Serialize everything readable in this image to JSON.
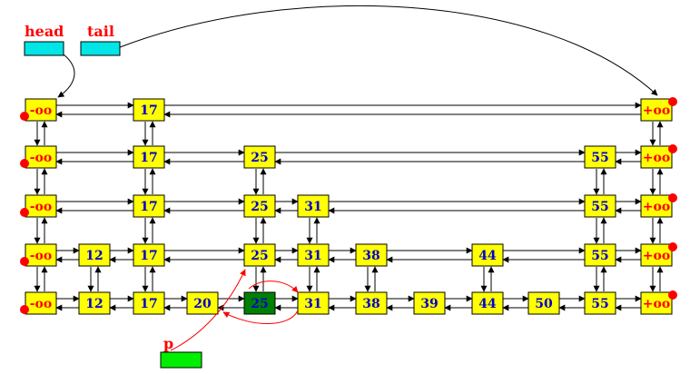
{
  "labels": {
    "head": "head",
    "tail": "tail",
    "p": "p"
  },
  "colors": {
    "node_fill": "#ffff00",
    "node_stroke": "#000000",
    "value_text": "#0000cc",
    "sentinel_text": "#ff0000",
    "highlight_fill": "#008000",
    "pointer_box_fill": "#00e5e5",
    "p_box_fill": "#00ee00",
    "arrow_color": "#000000",
    "red_arrow_color": "#ff0000",
    "dot_color": "#ff0000"
  },
  "skiplist": {
    "neg_inf": "-oo",
    "pos_inf": "+oo",
    "levels": [
      [
        "-oo",
        "17",
        "+oo"
      ],
      [
        "-oo",
        "17",
        "25",
        "55",
        "+oo"
      ],
      [
        "-oo",
        "17",
        "25",
        "31",
        "55",
        "+oo"
      ],
      [
        "-oo",
        "12",
        "17",
        "25",
        "31",
        "38",
        "44",
        "55",
        "+oo"
      ],
      [
        "-oo",
        "12",
        "17",
        "20",
        "25",
        "31",
        "38",
        "39",
        "44",
        "50",
        "55",
        "+oo"
      ]
    ],
    "highlighted_value": "25"
  }
}
